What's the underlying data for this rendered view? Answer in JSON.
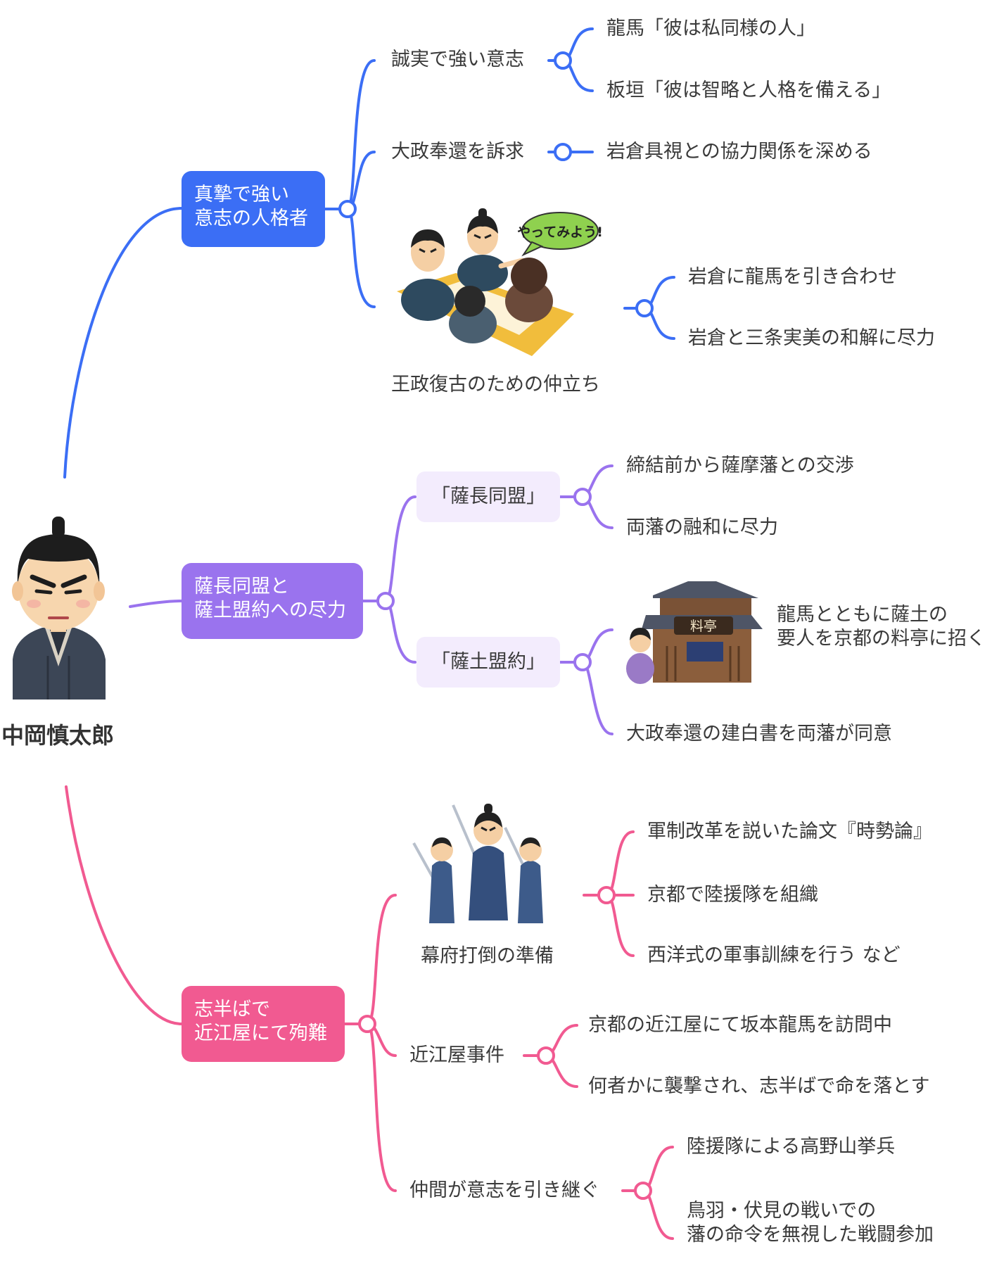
{
  "root": {
    "title": "中岡慎太郎"
  },
  "colors": {
    "blue": "#3b6ef5",
    "purple": "#9a73ee",
    "pink": "#f15a91",
    "pill_bg": "#f3ecfd"
  },
  "branches": [
    {
      "topic": "真摯で強い\n意志の人格者",
      "children": [
        {
          "label": "誠実で強い意志",
          "leaves": [
            "龍馬「彼は私同様の人」",
            "板垣「彼は智略と人格を備える」"
          ]
        },
        {
          "label": "大政奉還を訴求",
          "leaves": [
            "岩倉具視との協力関係を深める"
          ]
        },
        {
          "label": "王政復古のための仲立ち",
          "image": "meeting-illustration",
          "bubble": "やってみよう!",
          "leaves": [
            "岩倉に龍馬を引き合わせ",
            "岩倉と三条実美の和解に尽力"
          ]
        }
      ]
    },
    {
      "topic": "薩長同盟と\n薩土盟約への尽力",
      "children": [
        {
          "label": "「薩長同盟」",
          "leaves": [
            "締結前から薩摩藩との交渉",
            "両藩の融和に尽力"
          ]
        },
        {
          "label": "「薩土盟約」",
          "image": "ryotei-illustration",
          "sign": "料亭",
          "leaves": [
            "龍馬とともに薩土の\n要人を京都の料亭に招く",
            "大政奉還の建白書を両藩が同意"
          ]
        }
      ]
    },
    {
      "topic": "志半ばで\n近江屋にて殉難",
      "children": [
        {
          "label": "幕府打倒の準備",
          "image": "samurai-illustration",
          "leaves": [
            "軍制改革を説いた論文『時勢論』",
            "京都で陸援隊を組織",
            "西洋式の軍事訓練を行う など"
          ]
        },
        {
          "label": "近江屋事件",
          "leaves": [
            "京都の近江屋にて坂本龍馬を訪問中",
            "何者かに襲撃され、志半ばで命を落とす"
          ]
        },
        {
          "label": "仲間が意志を引き継ぐ",
          "leaves": [
            "陸援隊による高野山挙兵",
            "鳥羽・伏見の戦いでの\n藩の命令を無視した戦闘参加"
          ]
        }
      ]
    }
  ]
}
